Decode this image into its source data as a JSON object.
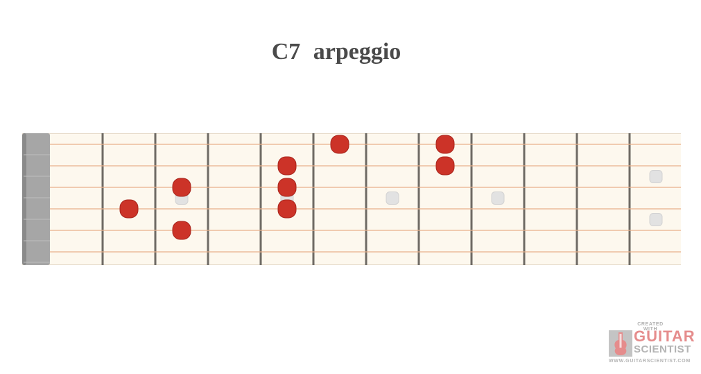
{
  "title": "C7  arpeggio",
  "fretboard": {
    "frets": 12,
    "strings": 6,
    "colors": {
      "background": "#fdf8ee",
      "nut": "#a6a6a6",
      "fret": "#6e6a64",
      "string": "#e8b08a",
      "note": "#cc3328",
      "inlay": "#e2e2e2"
    },
    "notes": [
      {
        "string": 1,
        "fret": 6
      },
      {
        "string": 1,
        "fret": 8
      },
      {
        "string": 2,
        "fret": 5
      },
      {
        "string": 2,
        "fret": 8
      },
      {
        "string": 3,
        "fret": 3
      },
      {
        "string": 3,
        "fret": 5
      },
      {
        "string": 4,
        "fret": 2
      },
      {
        "string": 4,
        "fret": 5
      },
      {
        "string": 5,
        "fret": 3
      }
    ],
    "inlays": [
      3,
      5,
      7,
      9,
      12
    ]
  },
  "logo": {
    "top_text": "CREATED WITH",
    "word1": "GUITAR",
    "word2": "SCIENTIST",
    "url": "WWW.GUITARSCIENTIST.COM",
    "icon": "guitar-icon"
  }
}
